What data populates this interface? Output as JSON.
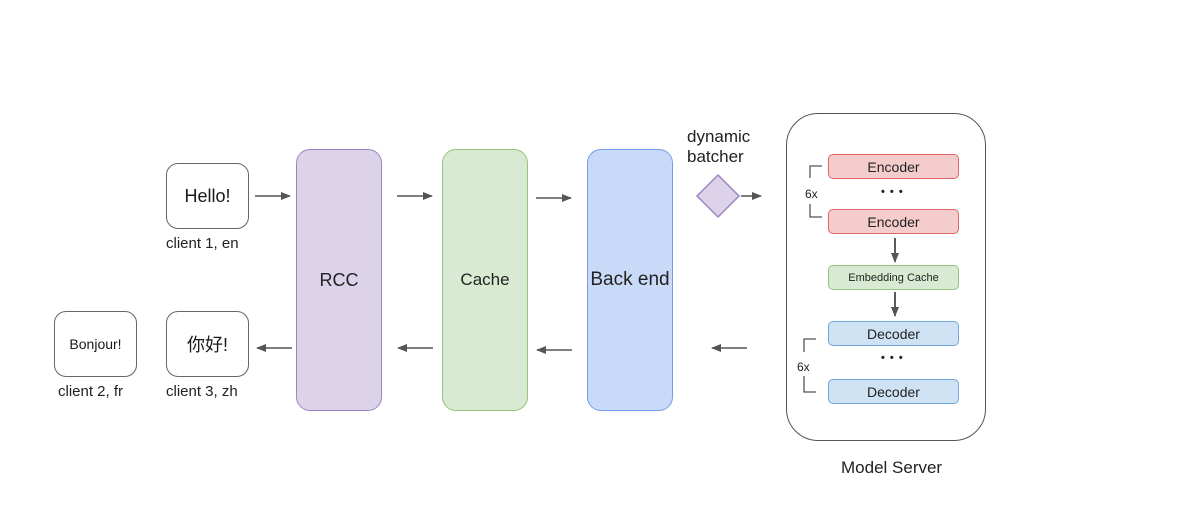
{
  "clients": [
    {
      "text": "Hello!",
      "caption": "client 1, en"
    },
    {
      "text": "Bonjour!",
      "caption": "client 2, fr"
    },
    {
      "text": "你好!",
      "caption": "client 3, zh"
    }
  ],
  "stages": {
    "rcc": "RCC",
    "cache": "Cache",
    "backend": "Back end"
  },
  "batcher": {
    "label_line1": "dynamic",
    "label_line2": "batcher"
  },
  "model_server": {
    "title": "Model Server",
    "encoder_top": "Encoder",
    "encoder_bottom": "Encoder",
    "encoder_repeat": "6x",
    "ellipsis": "• • •",
    "embedding_cache": "Embedding Cache",
    "decoder_top": "Decoder",
    "decoder_bottom": "Decoder",
    "decoder_repeat": "6x"
  },
  "colors": {
    "rcc_fill": "#dcd2ea",
    "rcc_border": "#9a86c2",
    "cache_fill": "#d9ead3",
    "cache_border": "#93c47d",
    "backend_fill": "#c9daf8",
    "backend_border": "#6d9eeb",
    "encoder_fill": "#f4cccc",
    "encoder_border": "#e06666",
    "decoder_fill": "#cfe2f3",
    "decoder_border": "#6fa8dc",
    "arrow": "#555555"
  }
}
